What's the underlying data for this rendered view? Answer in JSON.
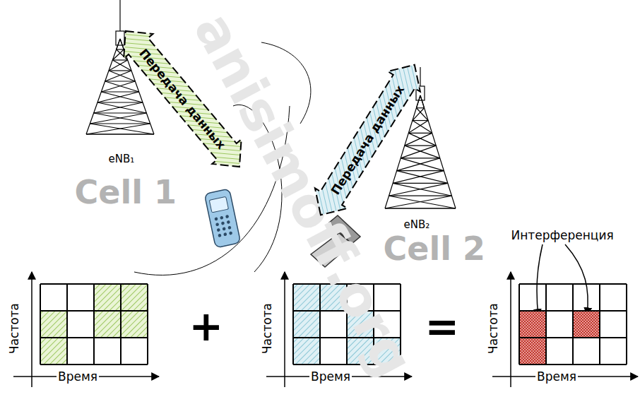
{
  "diagram": {
    "nodes": [
      {
        "text": [
          "Передача данных"
        ]
      },
      {
        "text": [
          "Передача данных"
        ]
      }
    ],
    "edges": [],
    "labels": [
      "anisimoff.org",
      "eNB₁",
      "eNB₂",
      "Cell 1",
      "Cell 2",
      "Интерференция",
      "Частота",
      "Время",
      "+",
      "Частота",
      "Время",
      "=",
      "Частота",
      "Время"
    ]
  }
}
